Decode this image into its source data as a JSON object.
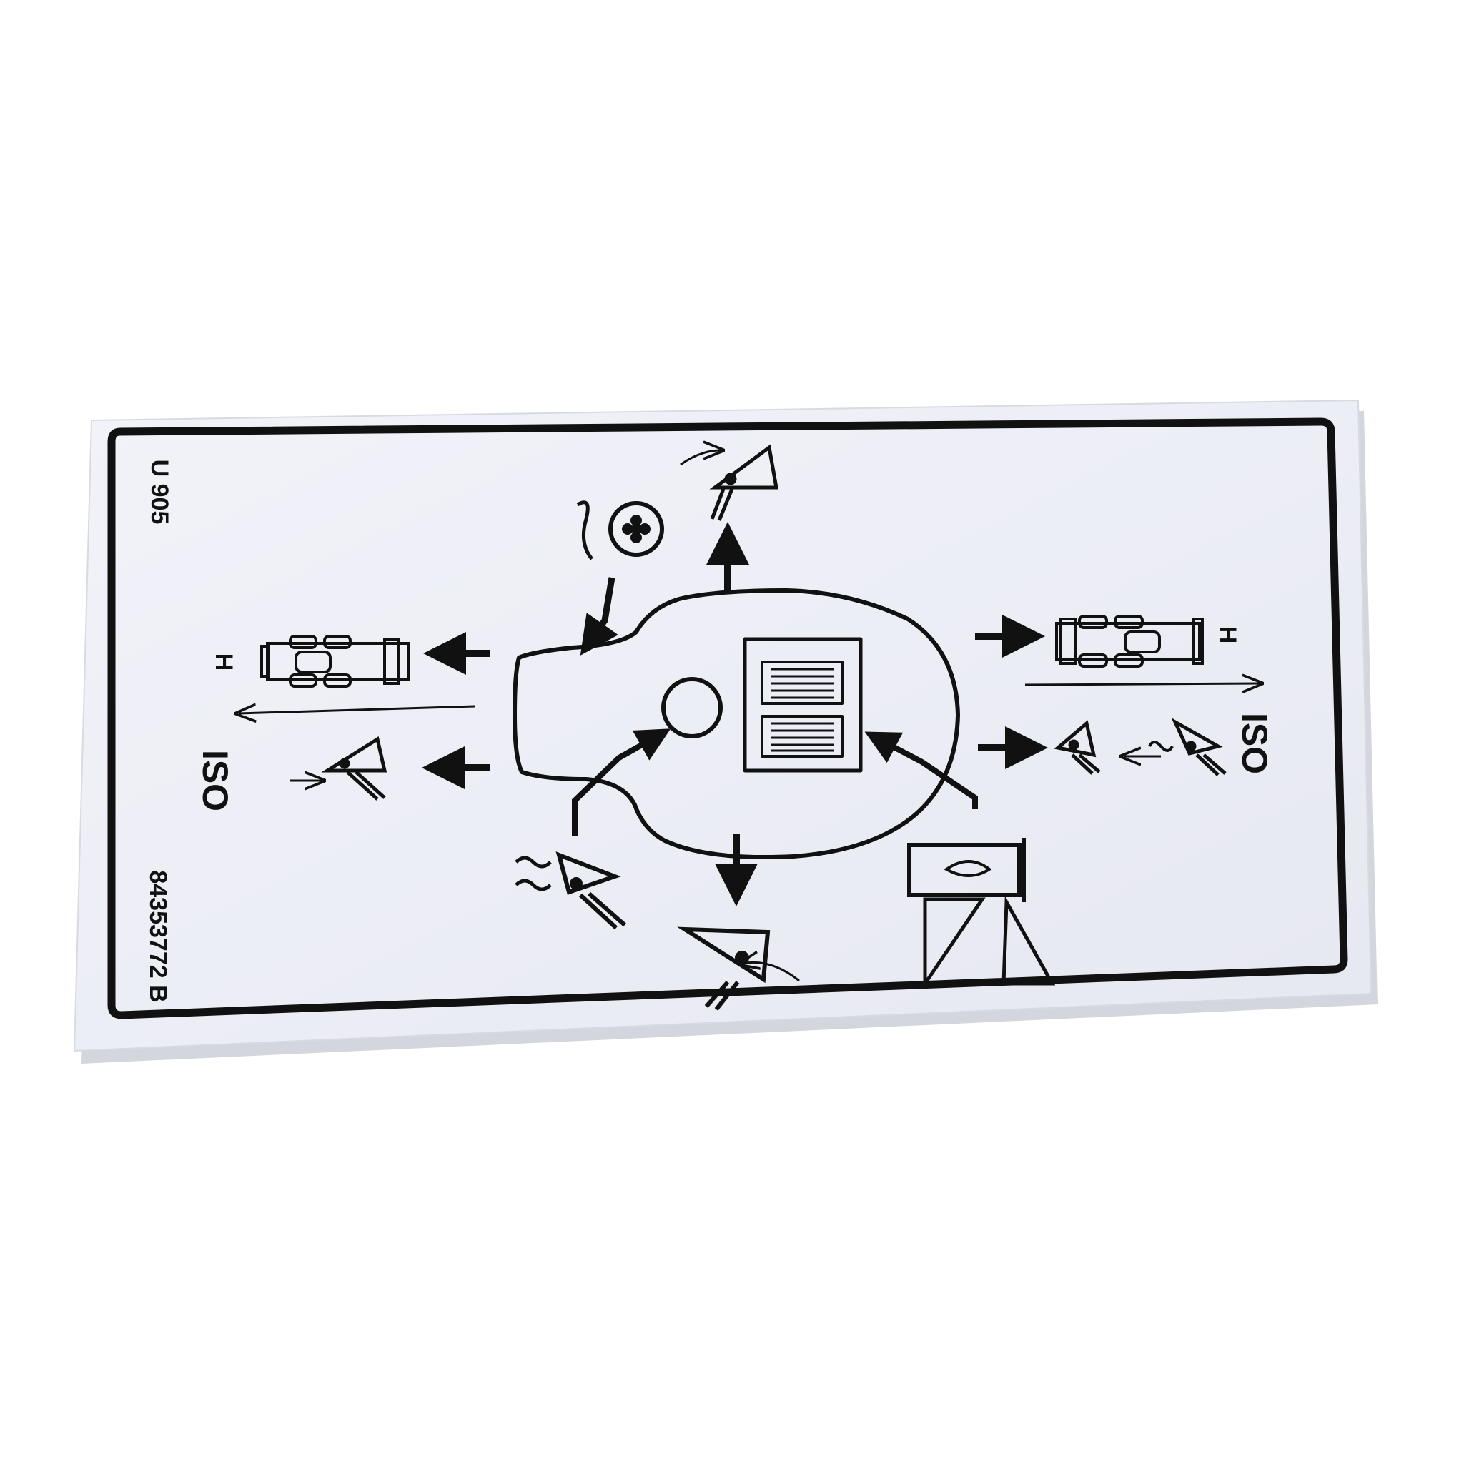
{
  "decal": {
    "corner_code": "U 905",
    "part_number": "84353772 B",
    "left_speed_label": "H",
    "left_standard_label": "ISO",
    "right_speed_label": "H",
    "right_standard_label": "ISO"
  },
  "icons": {
    "joystick": "joystick-pattern-icon",
    "tractor": "skid-steer-loader-icon",
    "bucket": "loader-bucket-icon",
    "wheel": "tire-icon",
    "fuel": "fuel-tank-icon",
    "warning": "warning-triangle-icon"
  },
  "colors": {
    "background": "#ffffff",
    "decal_face": "#eef0f7",
    "ink": "#111111"
  }
}
